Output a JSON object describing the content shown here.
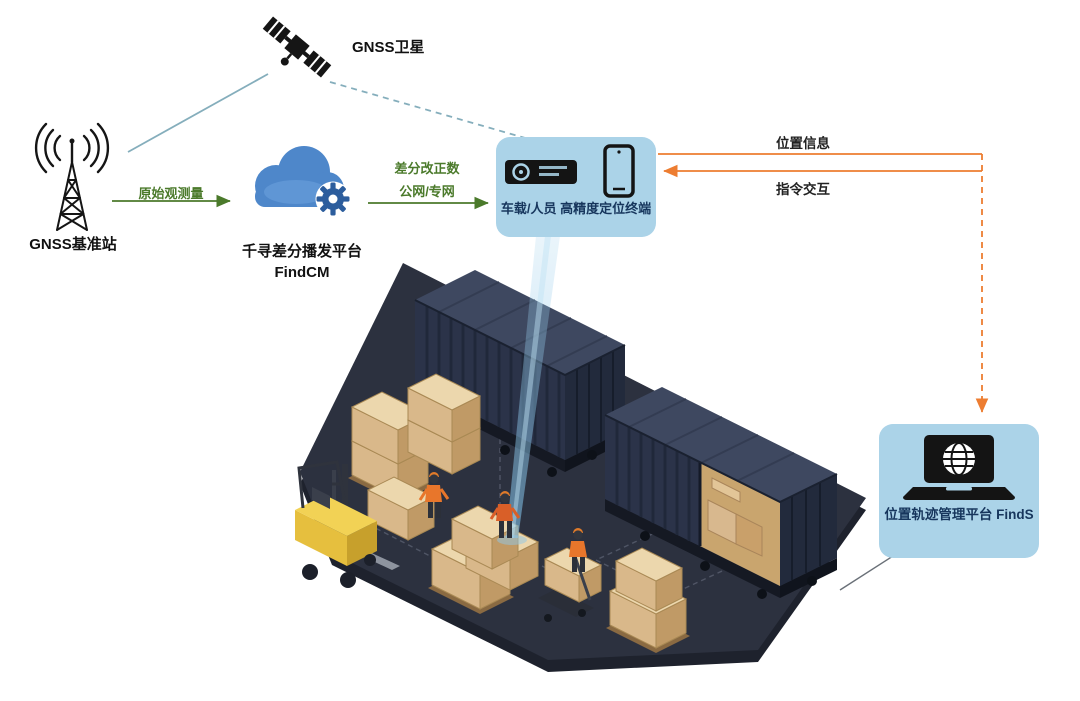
{
  "nodes": {
    "satellite": {
      "label": "GNSS卫星"
    },
    "base_station": {
      "label": "GNSS基准站"
    },
    "cloud_platform": {
      "name": "千寻差分播发平台",
      "product": "FindCM"
    },
    "positioning_terminal": {
      "line1": "车载/人员",
      "line2": "高精度定位终端"
    },
    "management_platform": {
      "name": "位置轨迹管理平台",
      "product": "FindS"
    }
  },
  "flows": {
    "raw_observation": "原始观测量",
    "correction_data": "差分改正数",
    "correction_network": "公网/专网",
    "position_info": "位置信息",
    "command_interaction": "指令交互"
  },
  "icons": {
    "satellite": "satellite-icon",
    "base_station": "antenna-tower-icon",
    "cloud_platform": "cloud-gear-icon",
    "terminal_receiver": "vehicle-receiver-icon",
    "terminal_phone": "smartphone-icon",
    "management_laptop": "laptop-globe-icon"
  },
  "colors": {
    "panel_blue": "#abd3e8",
    "text_navy": "#17365d",
    "flow_green": "#4b7a2b",
    "flow_orange": "#ed7d31",
    "link_teal": "#85aebc",
    "container_navy": "#2b3349",
    "floor_dark": "#2c313f",
    "box_tan": "#d9b88a",
    "forklift_yellow": "#e6bf3e"
  }
}
